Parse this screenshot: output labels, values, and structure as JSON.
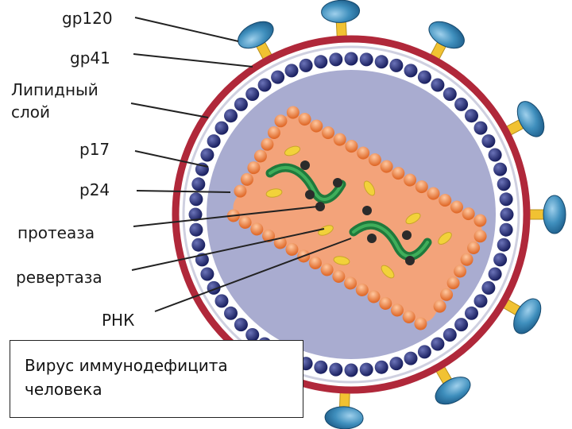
{
  "diagram": {
    "labels": {
      "gp120": "gp120",
      "gp41": "gp41",
      "lipid_line1": "Липидный",
      "lipid_line2": "слой",
      "p17": "p17",
      "p24": "p24",
      "protease": "протеаза",
      "revertase": "ревертаза",
      "rna": "РНК"
    },
    "caption": "Вирус иммунодефицита человека",
    "colors": {
      "envelope": "#b0283a",
      "outer_bead": "#222a6e",
      "interior": "#a9acd0",
      "capsid_fill": "#f3a37a",
      "capsid_bead": "#ea7a3b",
      "rna": "#1f7a3c",
      "enzyme_dot": "#2b2b2b",
      "yellow_oval": "#f2d23a",
      "spike_stalk": "#f1c232",
      "spike_cap": "#3f8fbd"
    }
  }
}
